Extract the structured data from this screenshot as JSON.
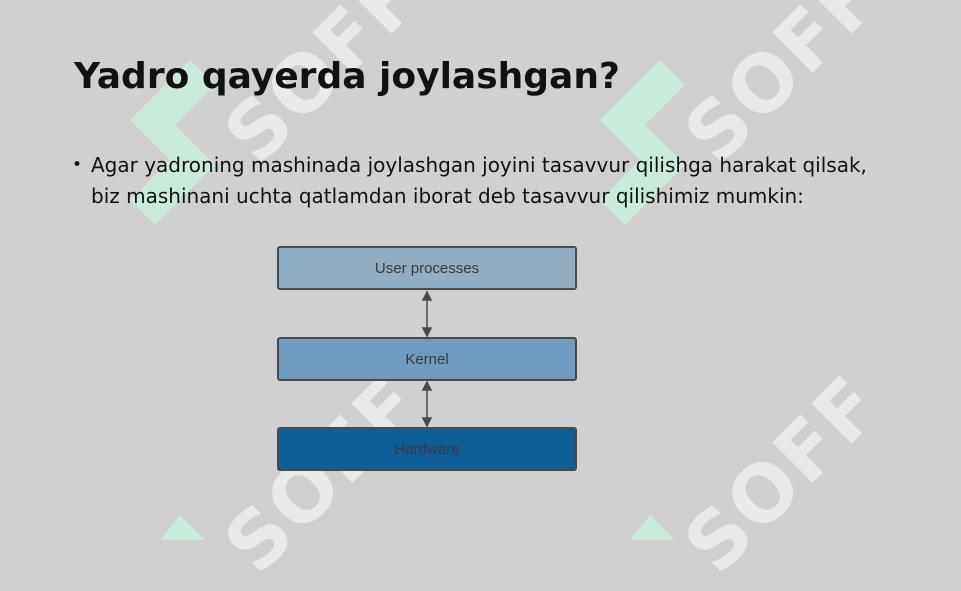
{
  "slide": {
    "title": "Yadro qayerda joylashgan?",
    "bullet": "Agar yadroning mashinada joylashgan joyini tasavvur qilishga harakat qilsak, biz mashinani uchta qatlamdan iborat deb tasavvur qilishimiz mumkin:",
    "bullet_marker": "•"
  },
  "diagram": {
    "layers": [
      {
        "label": "User processes",
        "color": "#91adc4"
      },
      {
        "label": "Kernel",
        "color": "#6e9bbf"
      },
      {
        "label": "Hardware",
        "color": "#0e5f97"
      }
    ],
    "connector": "bidirectional-arrow"
  },
  "watermark": {
    "text": "SOFF",
    "color": "#c8f0dc"
  }
}
